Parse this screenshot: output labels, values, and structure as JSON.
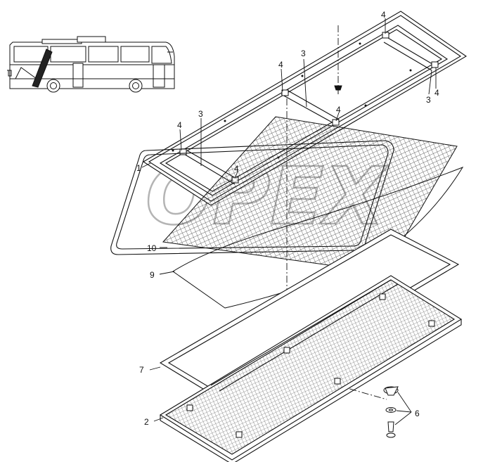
{
  "diagram": {
    "watermark": "OPEX",
    "callouts": [
      {
        "id": "c1",
        "label": "1"
      },
      {
        "id": "c2",
        "label": "2"
      },
      {
        "id": "c3a",
        "label": "3"
      },
      {
        "id": "c3b",
        "label": "3"
      },
      {
        "id": "c3c",
        "label": "3"
      },
      {
        "id": "c4a",
        "label": "4"
      },
      {
        "id": "c4b",
        "label": "4"
      },
      {
        "id": "c4c",
        "label": "4"
      },
      {
        "id": "c4d",
        "label": "4"
      },
      {
        "id": "c4e",
        "label": "4"
      },
      {
        "id": "c4f",
        "label": "4"
      },
      {
        "id": "c6",
        "label": "6"
      },
      {
        "id": "c7",
        "label": "7"
      },
      {
        "id": "c9",
        "label": "9"
      },
      {
        "id": "c10",
        "label": "10"
      }
    ]
  }
}
